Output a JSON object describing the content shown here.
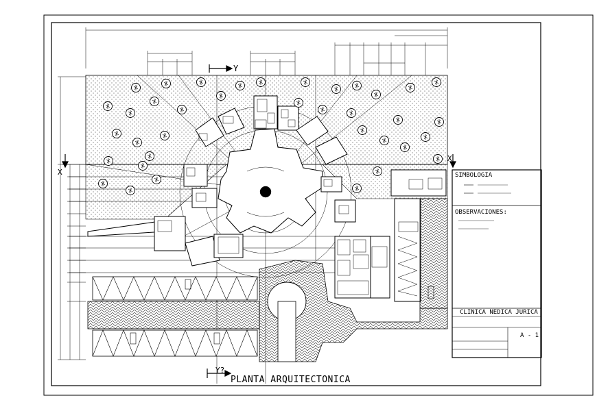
{
  "drawing": {
    "title": "PLANTA ARQUITECTONICA",
    "axis_top": "Y",
    "axis_bottom": "Y?",
    "axis_side": "X"
  },
  "title_block": {
    "simbologia_heading": "SIMBOLOGIA",
    "observaciones_heading": "OBSERVACIONES:",
    "project_name": "CLINICA NEDICA JURICA",
    "sheet_number": "A - 1"
  },
  "colors": {
    "line": "#000000",
    "background": "#ffffff"
  }
}
